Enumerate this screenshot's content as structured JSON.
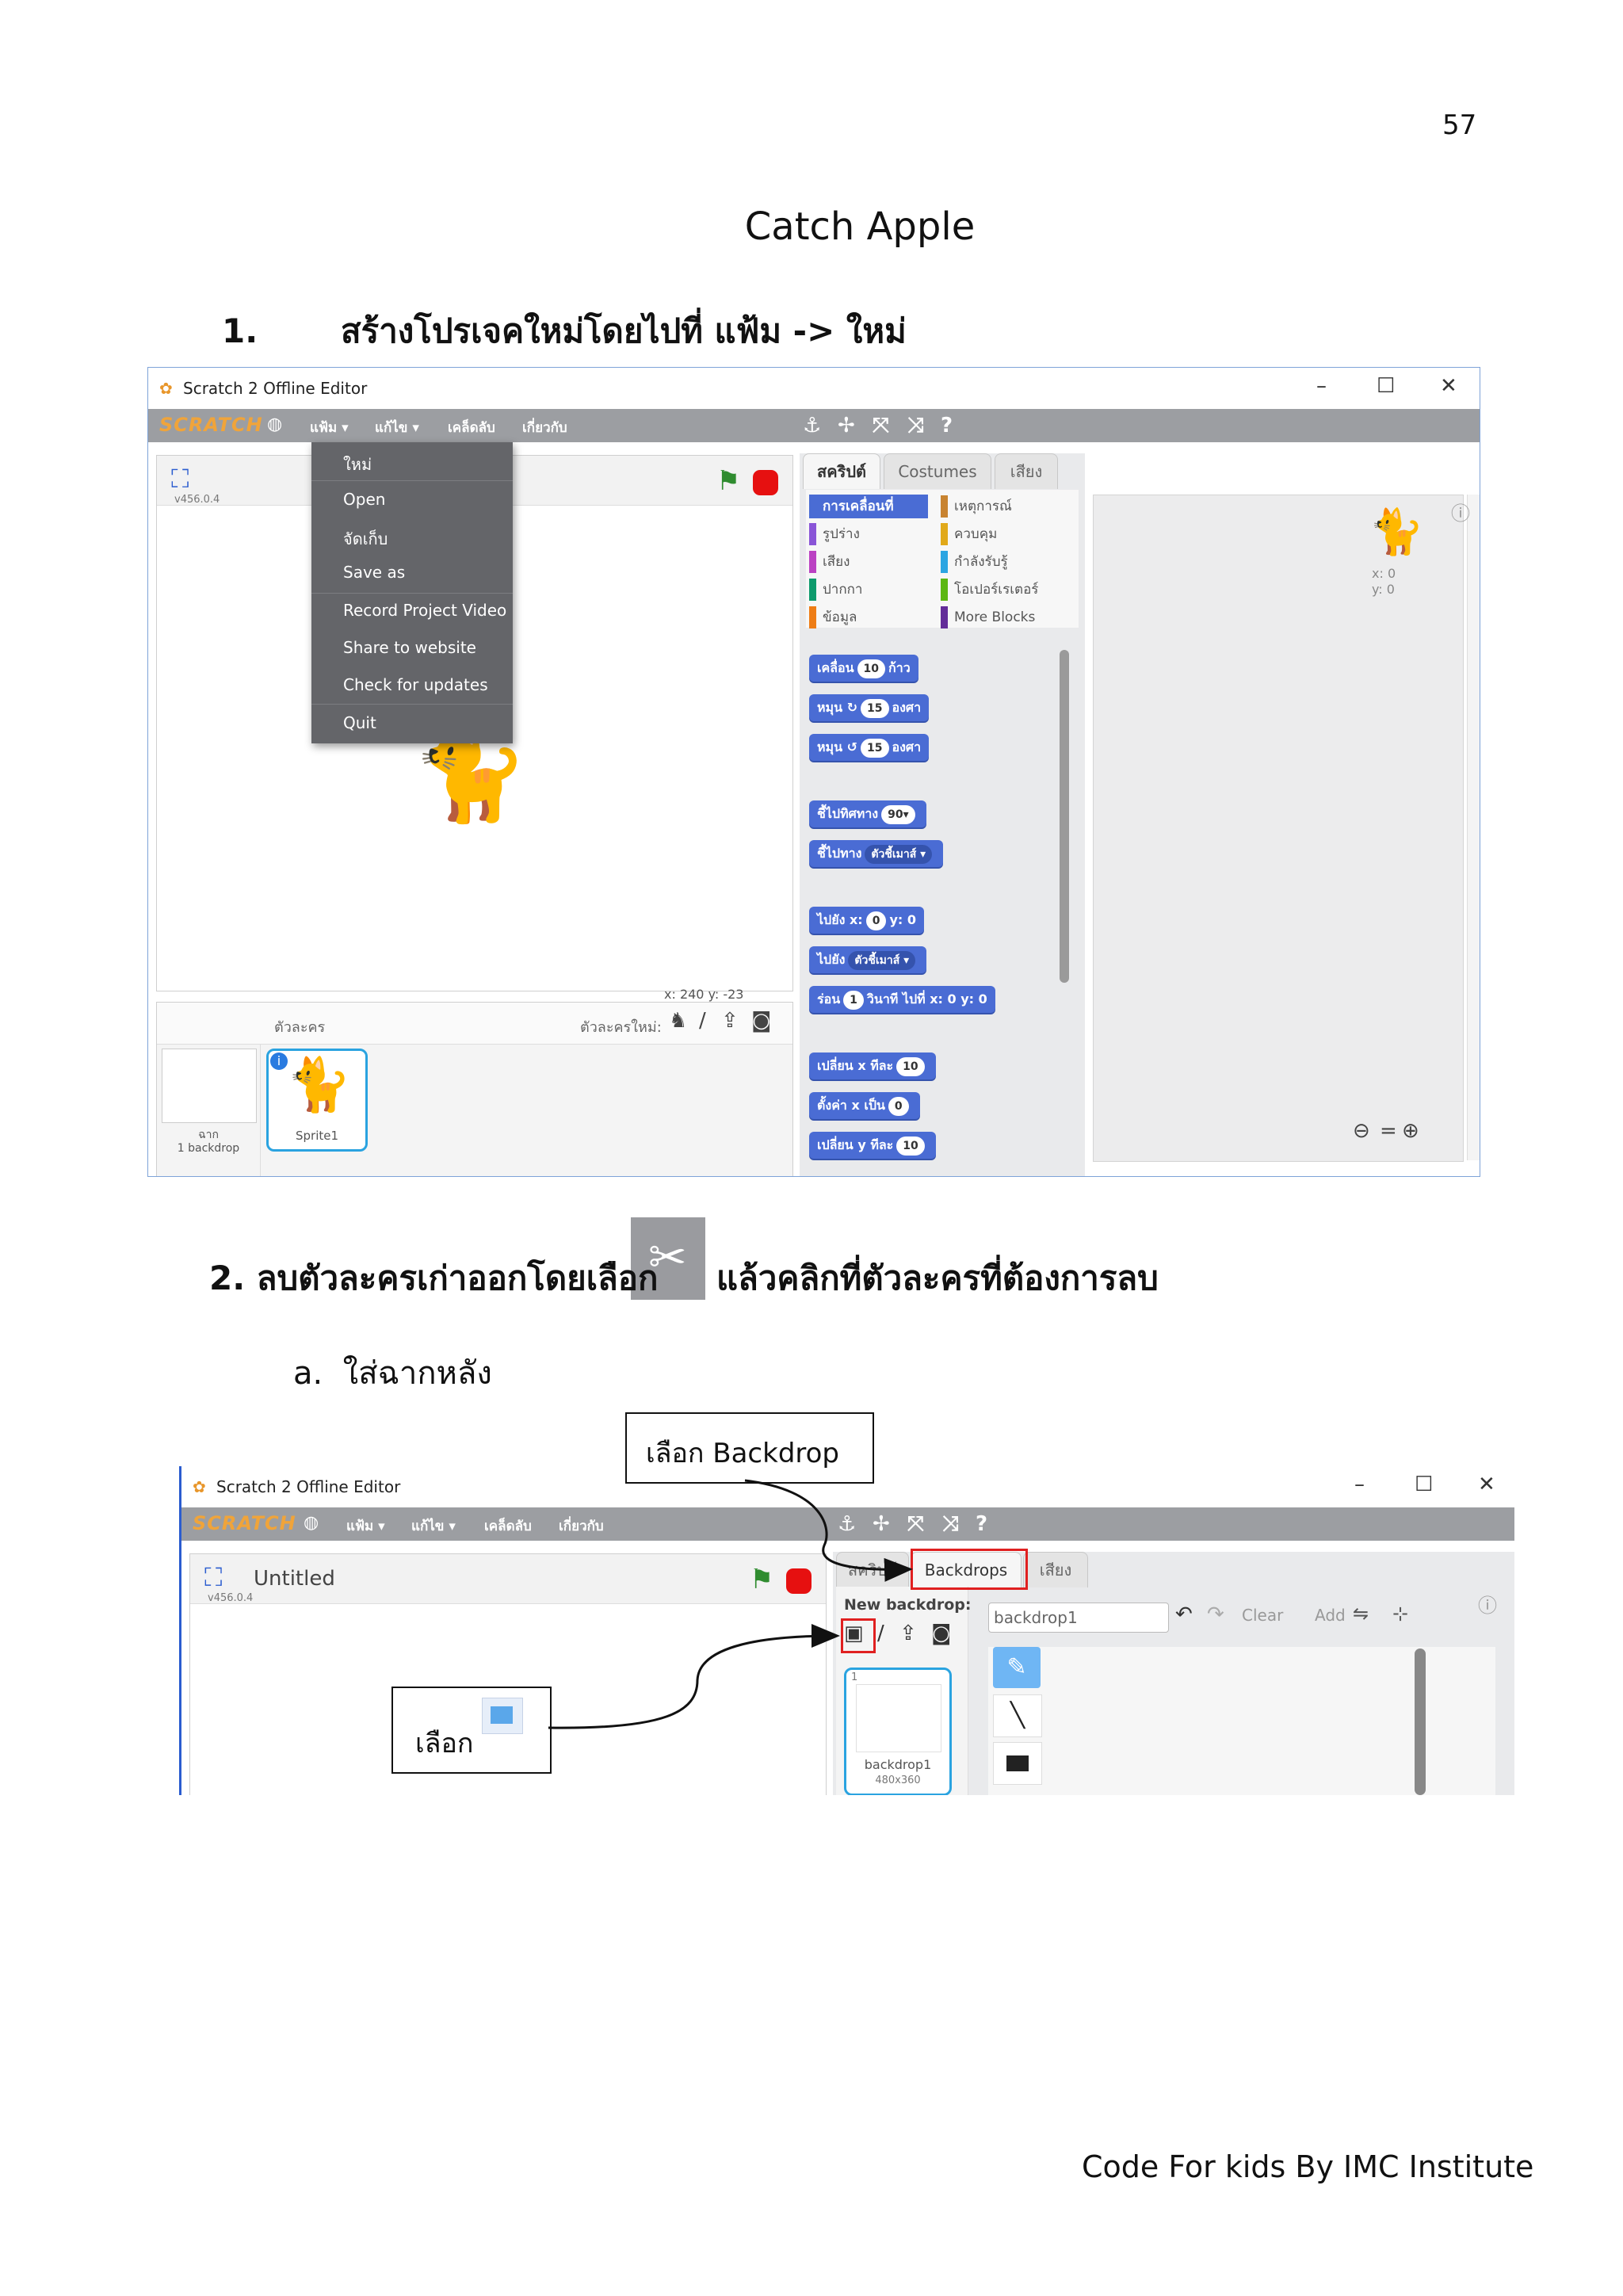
{
  "page_number": "57",
  "title": "Catch Apple",
  "step1": {
    "number": "1.",
    "text": "สร้างโปรเจคใหม่โดยไปที่ แฟ้ม -> ใหม่"
  },
  "step2": {
    "text_before": "2. ลบตัวละครเก่าออกโดยเลือก",
    "text_after": "แล้วคลิกที่ตัวละครที่ต้องการลบ",
    "icon": "scissors-cut-icon"
  },
  "step2a": {
    "letter": "a.",
    "text": "ใส่ฉากหลัง"
  },
  "footer": "Code For kids By IMC Institute",
  "screenshot1": {
    "window_title": "Scratch 2 Offline Editor",
    "logo": "SCRATCH",
    "menu": [
      "แฟ้ม ▾",
      "แก้ไข ▾",
      "เคล็ดลับ",
      "เกี่ยวกับ"
    ],
    "version": "v456.0.4",
    "file_menu": [
      "ใหม่",
      "Open",
      "จัดเก็บ",
      "Save as",
      "Record Project Video",
      "Share to website",
      "Check for updates",
      "Quit"
    ],
    "tabs": [
      "สคริปต์",
      "Costumes",
      "เสียง"
    ],
    "categories_left": [
      "การเคลื่อนที่",
      "รูปร่าง",
      "เสียง",
      "ปากกา",
      "ข้อมูล"
    ],
    "categories_right": [
      "เหตุการณ์",
      "ควบคุม",
      "กำลังรับรู้",
      "โอเปอร์เรเตอร์",
      "More Blocks"
    ],
    "category_colors": {
      "motion": "#4a6cd4",
      "looks": "#8a55d7",
      "sound": "#bb42c3",
      "pen": "#0e9a6c",
      "data": "#ee7d16",
      "events": "#c88330",
      "control": "#e1a91a",
      "sensing": "#2ca5e2",
      "operators": "#5cb712",
      "more": "#632d99"
    },
    "blocks": [
      {
        "pre": "เคลื่อน",
        "val": "10",
        "post": "ก้าว"
      },
      {
        "pre": "หมุน ↻",
        "val": "15",
        "post": "องศา"
      },
      {
        "pre": "หมุน ↺",
        "val": "15",
        "post": "องศา"
      },
      {
        "pre": "ชี้ไปทิศทาง",
        "val": "90▾",
        "post": ""
      },
      {
        "pre": "ชี้ไปทาง",
        "val": "ตัวชี้เมาส์ ▾",
        "post": ""
      },
      {
        "pre": "ไปยัง x:",
        "val": "0",
        "post": "y: 0"
      },
      {
        "pre": "ไปยัง",
        "val": "ตัวชี้เมาส์ ▾",
        "post": ""
      },
      {
        "pre": "ร่อน",
        "val": "1",
        "post": "วินาที ไปที่ x: 0 y: 0"
      },
      {
        "pre": "เปลี่ยน x ทีละ",
        "val": "10",
        "post": ""
      },
      {
        "pre": "ตั้งค่า x เป็น",
        "val": "0",
        "post": ""
      },
      {
        "pre": "เปลี่ยน y ทีละ",
        "val": "10",
        "post": ""
      }
    ],
    "stage_coords": "x: 240  y: -23",
    "sprites_label": "ตัวละคร",
    "new_sprite_label": "ตัวละครใหม่:",
    "stage_label": "ฉาก",
    "backdrop_count": "1 backdrop",
    "sprite_name": "Sprite1",
    "sprite_xy": "x: 0\ny: 0"
  },
  "screenshot2": {
    "window_title": "Scratch 2 Offline Editor",
    "logo": "SCRATCH",
    "menu": [
      "แฟ้ม ▾",
      "แก้ไข ▾",
      "เคล็ดลับ",
      "เกี่ยวกับ"
    ],
    "project_title": "Untitled",
    "version": "v456.0.4",
    "tabs": [
      "สคริปต์",
      "Backdrops",
      "เสียง"
    ],
    "new_backdrop_label": "New backdrop:",
    "backdrop_name_value": "backdrop1",
    "clear_label": "Clear",
    "add_label": "Add",
    "backdrop_thumb": {
      "index": "1",
      "name": "backdrop1",
      "size": "480x360"
    },
    "callout_backdrop": "เลือก Backdrop",
    "callout_choose": "เลือก"
  }
}
